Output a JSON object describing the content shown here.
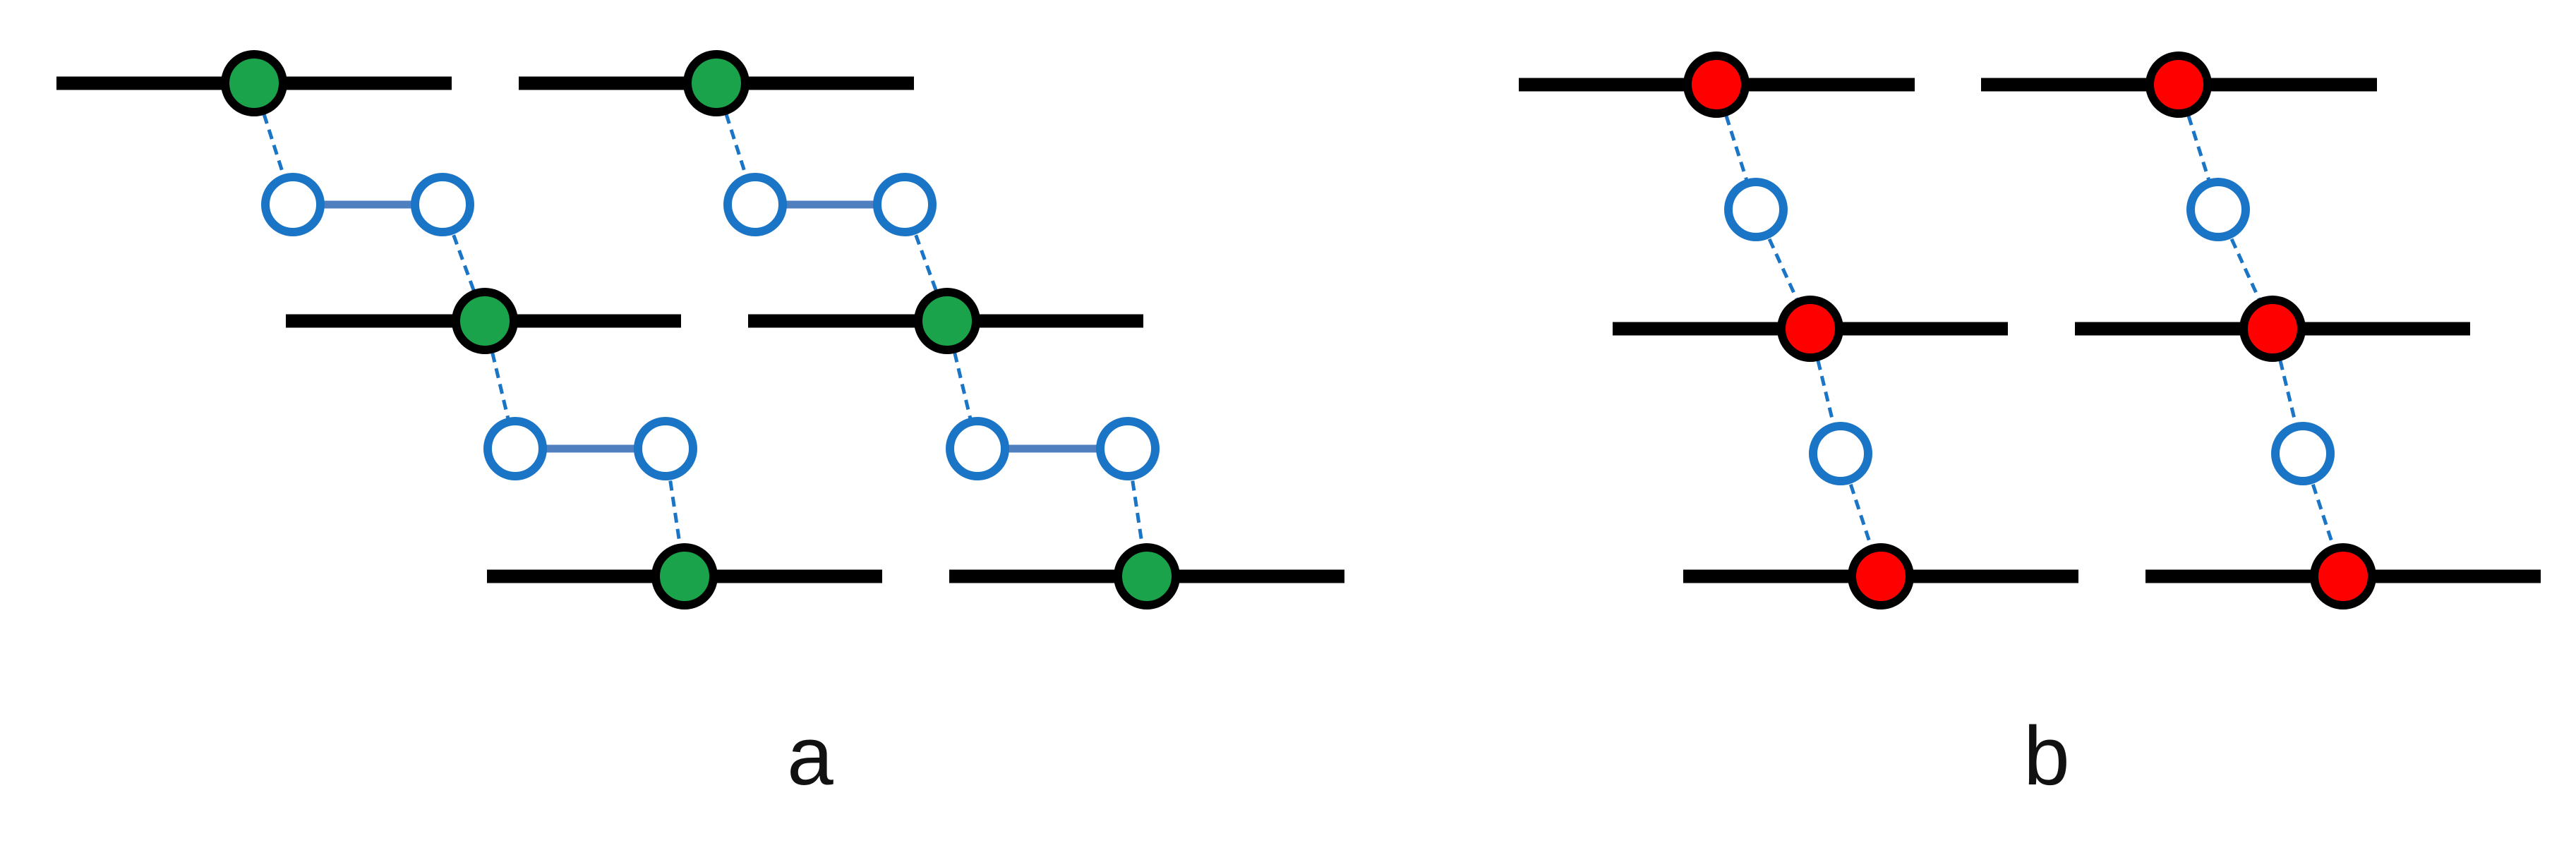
{
  "colors": {
    "bar": "#000000",
    "filled_node_a": "#1aa34a",
    "filled_node_b": "#ff0000",
    "node_outline": "#000000",
    "open_node_stroke": "#1b75c6",
    "open_node_fill": "#ffffff",
    "dashed_link": "#1b75c6",
    "solid_link": "#4f7fbf"
  },
  "icons": {
    "filled_node": "filled-circle",
    "open_node": "hollow-circle"
  },
  "panels": [
    {
      "id": "a",
      "label": "a",
      "node_color": "#1aa34a",
      "columns": 2,
      "levels": 3,
      "intermediate_pairs_between_levels": 2
    },
    {
      "id": "b",
      "label": "b",
      "node_color": "#ff0000",
      "columns": 2,
      "levels": 3,
      "intermediate_pairs_between_levels": 1
    }
  ]
}
